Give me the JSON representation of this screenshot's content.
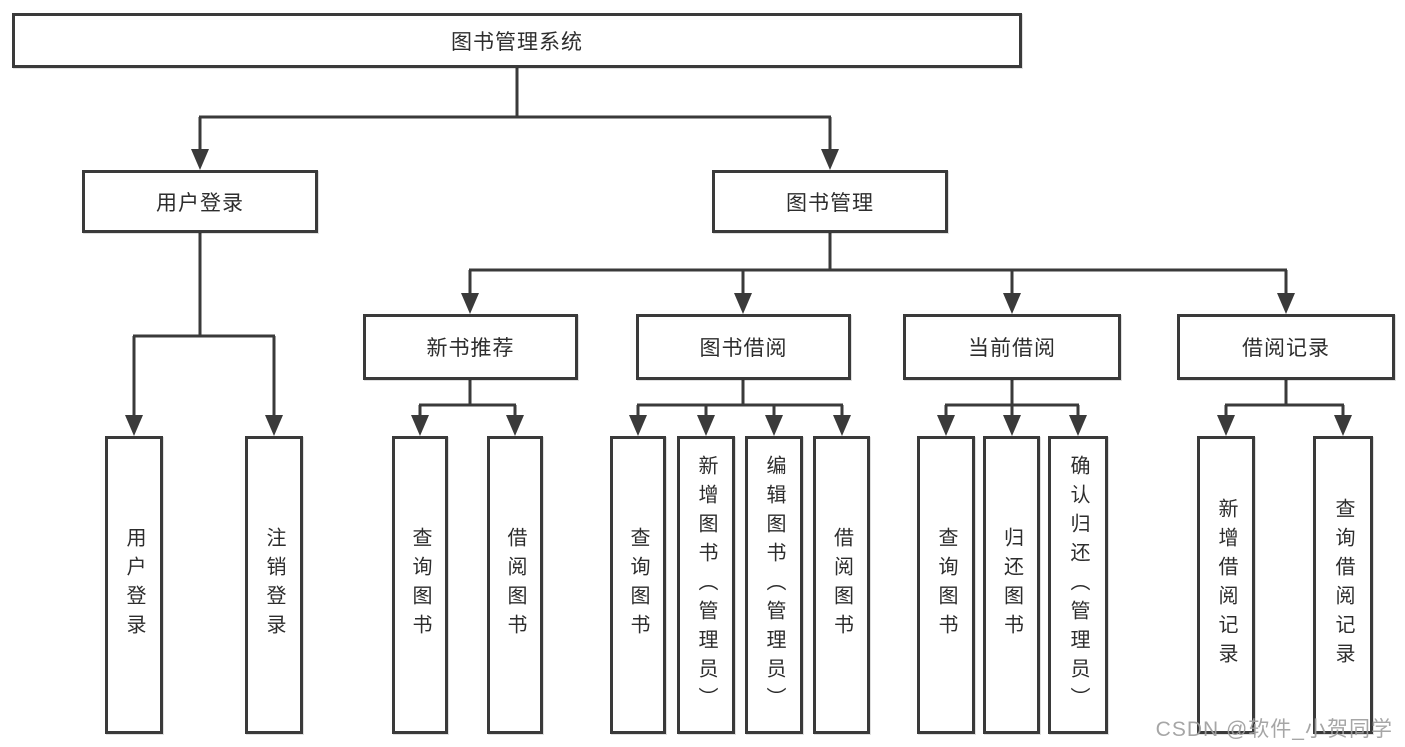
{
  "diagram": {
    "title": "图书管理系统",
    "level2": [
      {
        "label": "用户登录"
      },
      {
        "label": "图书管理"
      }
    ],
    "level3": [
      {
        "label": "新书推荐"
      },
      {
        "label": "图书借阅"
      },
      {
        "label": "当前借阅"
      },
      {
        "label": "借阅记录"
      }
    ],
    "leaves": {
      "user_login": [
        "用户登录",
        "注销登录"
      ],
      "new_book_recommend": [
        "查询图书",
        "借阅图书"
      ],
      "book_borrowing": [
        "查询图书",
        "新增图书（管理员）",
        "编辑图书（管理员）",
        "借阅图书"
      ],
      "current_borrowing": [
        "查询图书",
        "归还图书",
        "确认归还（管理员）"
      ],
      "borrowing_records": [
        "新增借阅记录",
        "查询借阅记录"
      ]
    }
  },
  "watermark": "CSDN @软件_小贺同学",
  "colors": {
    "line": "#3a3a3a",
    "text": "#2d2d2d",
    "box_fill": "#ffffff",
    "watermark": "#9e9e9e",
    "background": "#ffffff"
  }
}
